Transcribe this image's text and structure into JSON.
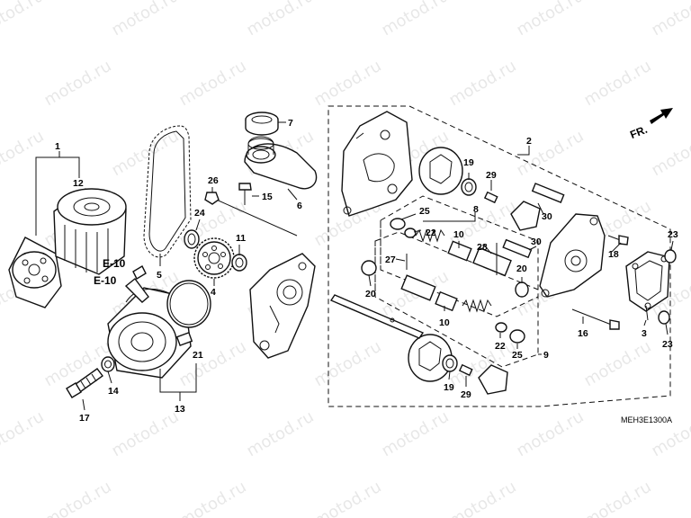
{
  "watermark": "motod.ru",
  "diagram_code": "MEH3E1300A",
  "direction_label": "FR.",
  "references": [
    "E-10",
    "E-10"
  ],
  "callouts": [
    "1",
    "2",
    "3",
    "4",
    "5",
    "6",
    "7",
    "8",
    "9",
    "10",
    "10",
    "11",
    "12",
    "13",
    "14",
    "15",
    "16",
    "17",
    "18",
    "19",
    "19",
    "20",
    "20",
    "20",
    "21",
    "22",
    "22",
    "23",
    "23",
    "24",
    "25",
    "25",
    "26",
    "27",
    "28",
    "29",
    "29",
    "30",
    "30"
  ]
}
